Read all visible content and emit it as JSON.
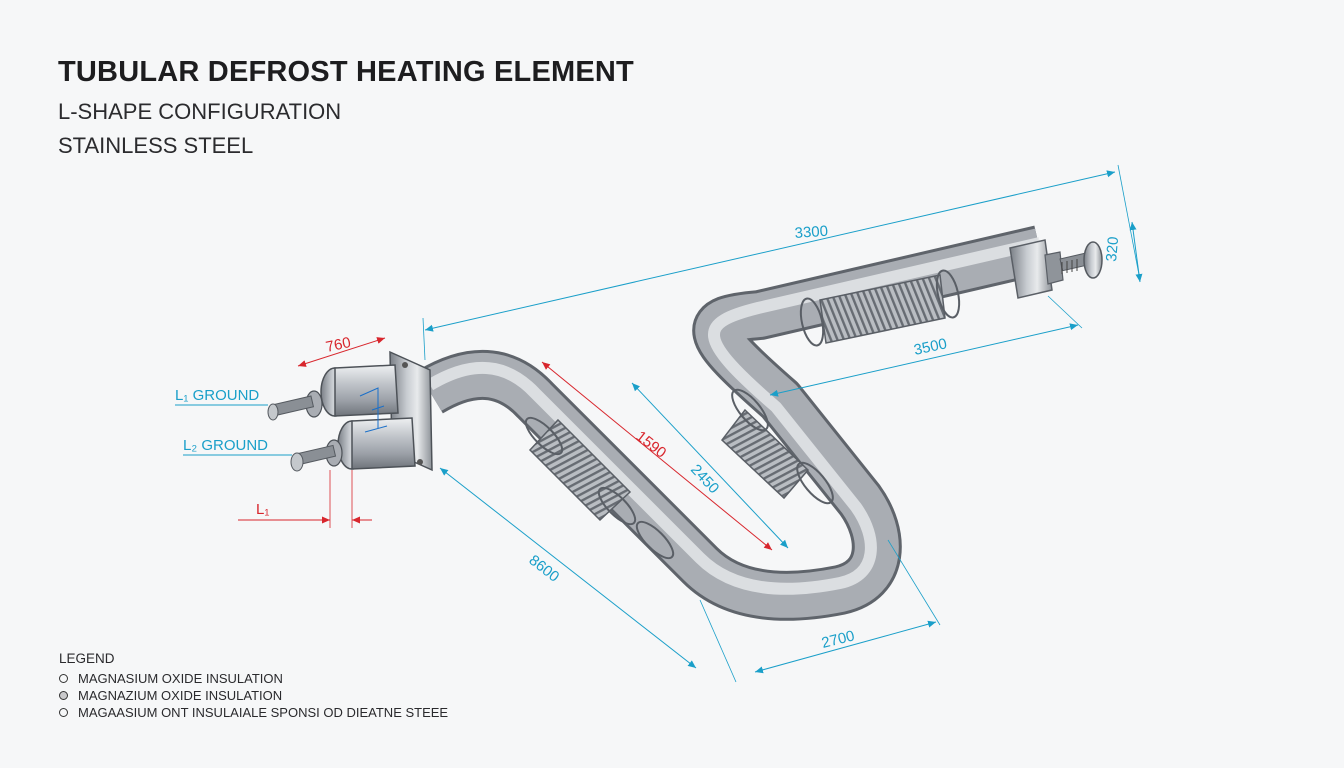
{
  "title": "TUBULAR DEFROST HEATING ELEMENT",
  "subtitle": "L-SHAPE CONFIGURATION",
  "material": "STAINLESS STEEL",
  "terminals": [
    {
      "label": "L₁ GROUND"
    },
    {
      "label": "L₂  GROUND"
    }
  ],
  "dimensions": {
    "overall_top": "3300",
    "height_right": "320",
    "upper_leg": "3500",
    "flange_width": "760",
    "diagonal_inner": "1590",
    "diagonal_outer": "2450",
    "lower_length": "8600",
    "bottom_leg": "2700",
    "terminal_offset": "L₁"
  },
  "legend": {
    "title": "LEGEND",
    "items": [
      {
        "label": "MAGNASIUM OXIDE INSULATION",
        "bullet": "empty"
      },
      {
        "label": "MAGNAZIUM OXIDE INSULATION",
        "bullet": "filled"
      },
      {
        "label": "MAGAASIUM ONT INSULAIALE SPONSI OD DIEATNE STEEE",
        "bullet": "empty"
      }
    ]
  },
  "colors": {
    "dimension_cyan": "#1a9fc9",
    "dimension_red": "#d8262d",
    "steel": "#a9adb3"
  }
}
